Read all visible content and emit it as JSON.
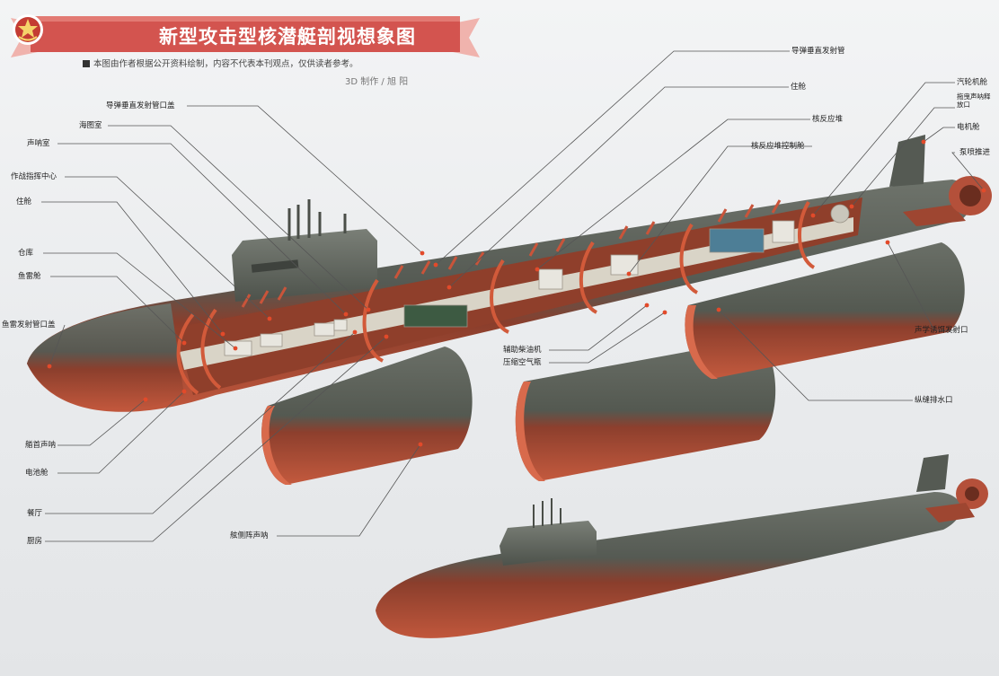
{
  "header": {
    "title": "新型攻击型核潜艇剖视想象图",
    "notice": "本图由作者根据公开资料绘制，内容不代表本刊观点，仅供读者参考。",
    "credit": "3D 制作 / 旭 阳",
    "colors": {
      "banner": "#d3544f",
      "banner_light": "#f0b3ad",
      "hull_red": "#b74a32",
      "hull_gray": "#5a5f58",
      "frame": "#d25a3a"
    }
  },
  "labels": {
    "vls_hatch": "导弹垂直发射管口盖",
    "chart_room": "海图室",
    "sonar_room": "声呐室",
    "cic": "作战指挥中心",
    "quarters_fwd": "住舱",
    "storage": "仓库",
    "torpedo_room": "鱼雷舱",
    "torpedo_tube_hatch": "鱼雷发射管口盖",
    "bow_sonar": "艏首声呐",
    "battery_room": "电池舱",
    "mess": "餐厅",
    "galley": "厨房",
    "flank_sonar": "舷侧阵声呐",
    "aux_diesel": "辅助柴油机",
    "compressed_air": "压缩空气瓶",
    "vls_tube": "导弹垂直发射管",
    "quarters_mid": "住舱",
    "reactor": "核反应堆",
    "reactor_control": "核反应堆控制舱",
    "turbine": "汽轮机舱",
    "towed_sonar_release": "拖曳声呐释放口",
    "motor_room": "电机舱",
    "pump_jet": "泵喷推进",
    "acoustic_decoy": "声学诱饵发射口",
    "drain": "纵缝排水口"
  }
}
